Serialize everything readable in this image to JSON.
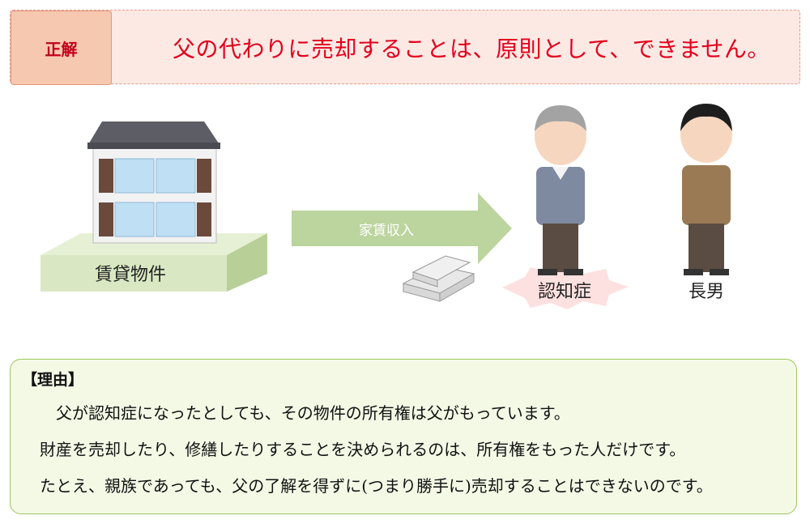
{
  "banner": {
    "tag": "正解",
    "message": "父の代わりに売却することは、原則として、できません。"
  },
  "diagram": {
    "property_label": "賃貸物件",
    "arrow_label": "家賃収入",
    "father_label": "認知症",
    "son_label": "長男"
  },
  "reason": {
    "title": "【理由】",
    "lines": [
      "　父が認知症になったとしても、その物件の所有権は父がもっています。",
      "財産を売却したり、修繕したりすることを決められるのは、所有権をもった人だけです。",
      "たとえ、親族であっても、父の了解を得ずに(つまり勝手に)売却することはできないのです。"
    ]
  },
  "colors": {
    "banner_text": "#e3001b",
    "banner_bg": "#fde9e4",
    "arrow": "#bcd49e",
    "platform": "#d9e8c2",
    "reason_border": "#9cc65a"
  }
}
